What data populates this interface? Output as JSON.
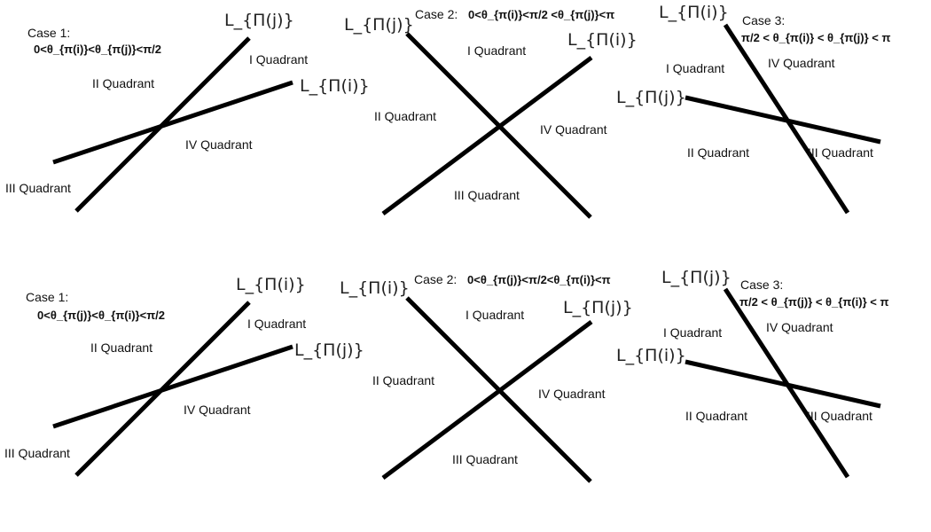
{
  "panels": [
    {
      "case1": {
        "title": "Case 1:",
        "condition": "0<θ_{π(i)}<θ_{π(j)}<π/2",
        "top_label": "L_{Π(j)}",
        "right_label": "L_{Π(i)}"
      },
      "case2": {
        "title": "Case 2:",
        "condition": "0<θ_{π(i)}<π/2 <θ_{π(j)}<π",
        "left_label": "L_{Π(j)}",
        "right_label": "L_{Π(i)}"
      },
      "case3": {
        "title": "Case 3:",
        "condition": "π/2 < θ_{π(i)} < θ_{π(j)} < π",
        "top_label": "L_{Π(i)}",
        "mid_label": "L_{Π(j)}"
      }
    },
    {
      "case1": {
        "title": "Case 1:",
        "condition": "0<θ_{π(j)}<θ_{π(i)}<π/2",
        "top_label": "L_{Π(i)}",
        "right_label": "L_{Π(j)}"
      },
      "case2": {
        "title": "Case 2:",
        "condition": "0<θ_{π(j)}<π/2<θ_{π(i)}<π",
        "left_label": "L_{Π(i)}",
        "right_label": "L_{Π(j)}"
      },
      "case3": {
        "title": "Case 3:",
        "condition": "π/2 < θ_{π(j)} < θ_{π(i)} < π",
        "top_label": "L_{Π(j)}",
        "mid_label": "L_{Π(i)}"
      }
    }
  ],
  "quadrants": {
    "q1": "I Quadrant",
    "q2": "II Quadrant",
    "q3": "III Quadrant",
    "q4": "IV Quadrant"
  }
}
